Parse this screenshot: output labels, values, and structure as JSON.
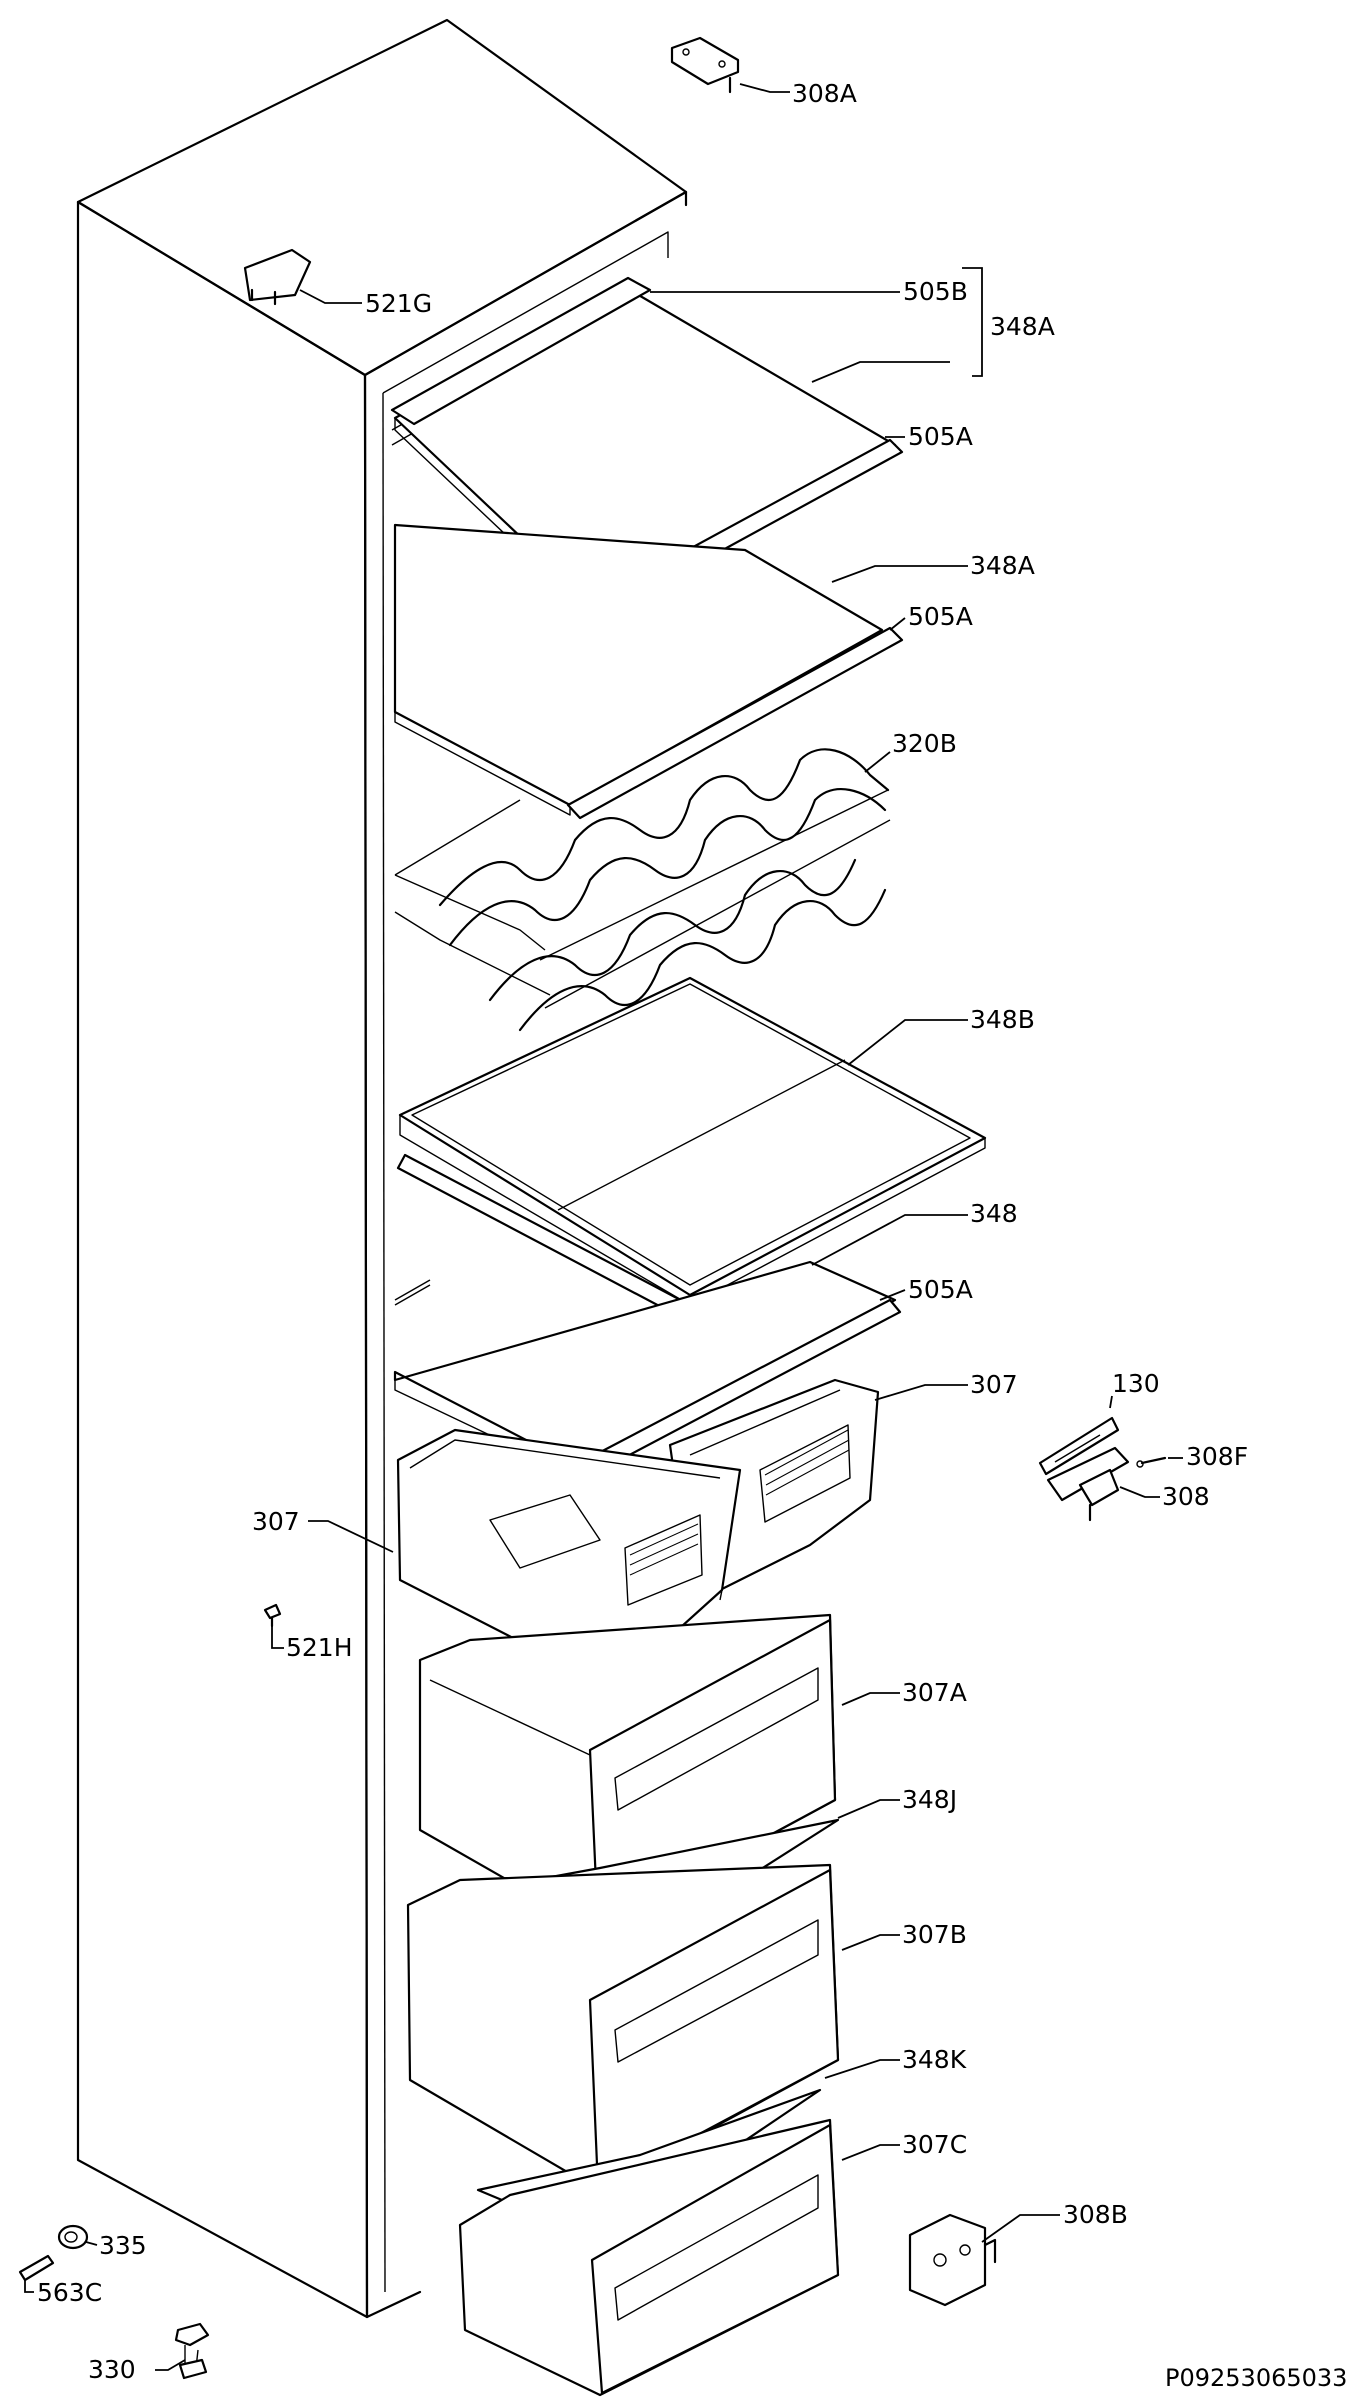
{
  "labels": {
    "l308A": "308A",
    "l521G": "521G",
    "l505B": "505B",
    "l348A_1": "348A",
    "l505A_1": "505A",
    "l348A_2": "348A",
    "l505A_2": "505A",
    "l320B": "320B",
    "l348B": "348B",
    "l348": "348",
    "l505A_3": "505A",
    "l307_right": "307",
    "l130": "130",
    "l308F": "308F",
    "l308": "308",
    "l307_left": "307",
    "l521H": "521H",
    "l307A": "307A",
    "l348J": "348J",
    "l307B": "307B",
    "l348K": "348K",
    "l307C": "307C",
    "l308B": "308B",
    "l335": "335",
    "l563C": "563C",
    "l330": "330"
  },
  "reference": "P09253065033"
}
